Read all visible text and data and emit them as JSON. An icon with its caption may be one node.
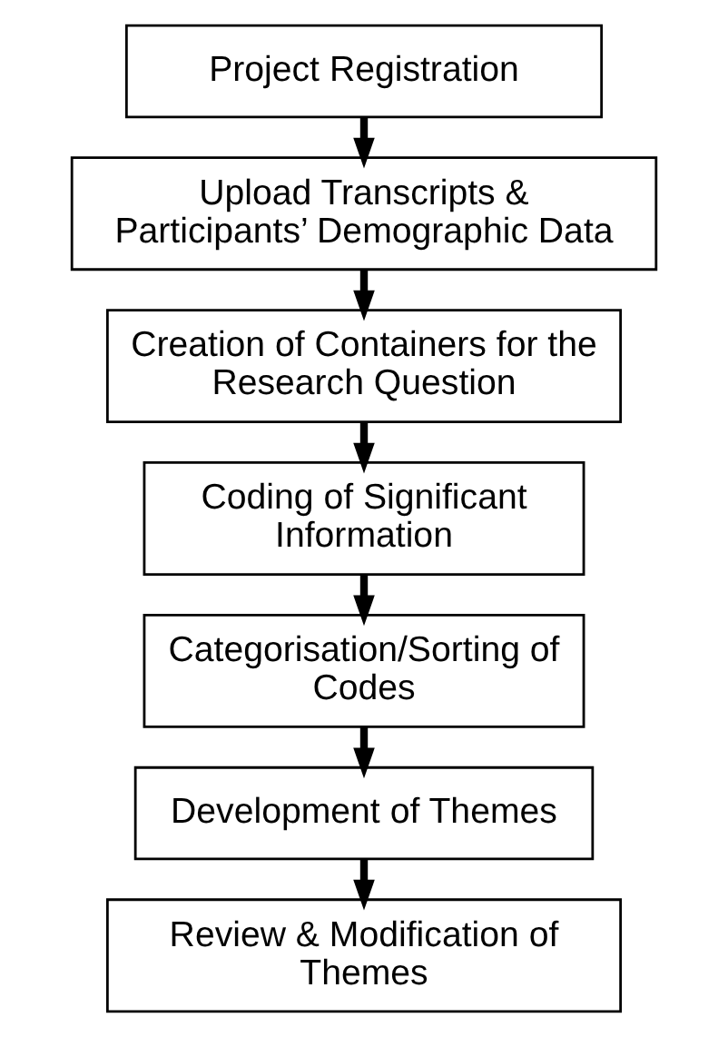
{
  "diagram": {
    "nodes": [
      {
        "text": [
          "Project Registration"
        ]
      },
      {
        "text": [
          "Upload Transcripts & Participants’ Demographic Data"
        ]
      },
      {
        "text": [
          "Creation of Containers for the Research Question"
        ]
      },
      {
        "text": [
          "Coding of Significant Information"
        ]
      },
      {
        "text": [
          "Categorisation/Sorting of Codes"
        ]
      },
      {
        "text": [
          "Development of Themes"
        ]
      },
      {
        "text": [
          "Review & Modification of Themes"
        ]
      }
    ],
    "edges": [
      {
        "from": 0,
        "to": 1,
        "arrow": "to"
      },
      {
        "from": 1,
        "to": 2,
        "arrow": "to"
      },
      {
        "from": 2,
        "to": 3,
        "arrow": "to"
      },
      {
        "from": 3,
        "to": 4,
        "arrow": "to"
      },
      {
        "from": 4,
        "to": 5,
        "arrow": "to"
      },
      {
        "from": 5,
        "to": 6,
        "arrow": "to"
      }
    ]
  }
}
